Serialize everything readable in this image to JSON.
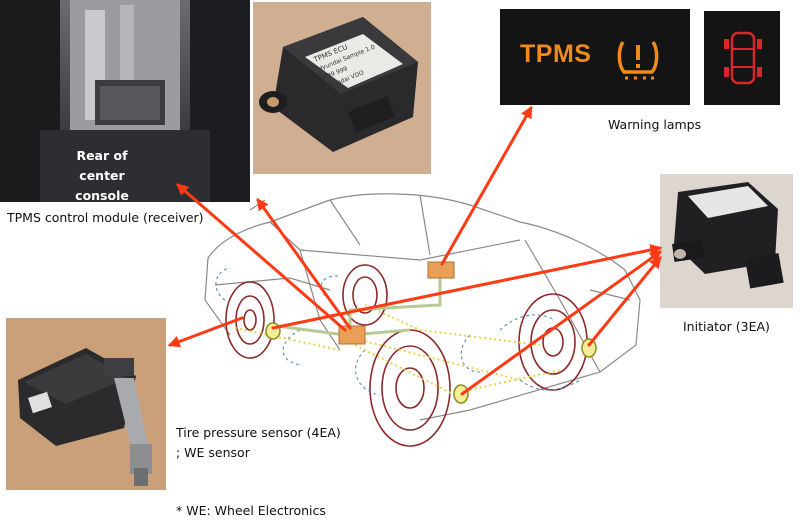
{
  "console_photo_label": "Rear of center console",
  "warning_lamp_text": "TPMS",
  "labels": {
    "control_module": "TPMS control module (receiver)",
    "warning_lamps": "Warning lamps",
    "initiator": "Initiator (3EA)",
    "tire_sensor_line1": "Tire pressure sensor (4EA)",
    "tire_sensor_line2": "; WE sensor",
    "footnote": "* WE: Wheel Electronics"
  },
  "module_label_lines": [
    "TPMS ECU",
    "Hyundai Sample 1.0",
    "9 99 999",
    "Hyundai VDO"
  ],
  "colors": {
    "arrow": "#ff3a14",
    "module_box": "#e8a058",
    "wiring": "#c9d6a5",
    "tire": "#8b2a2a",
    "lamp_amber": "#f08a1c",
    "lamp_red": "#d9262a",
    "dashed": "#5b8fbf"
  },
  "icons": [
    "tire-pressure-warning-icon",
    "car-top-view-icon"
  ]
}
